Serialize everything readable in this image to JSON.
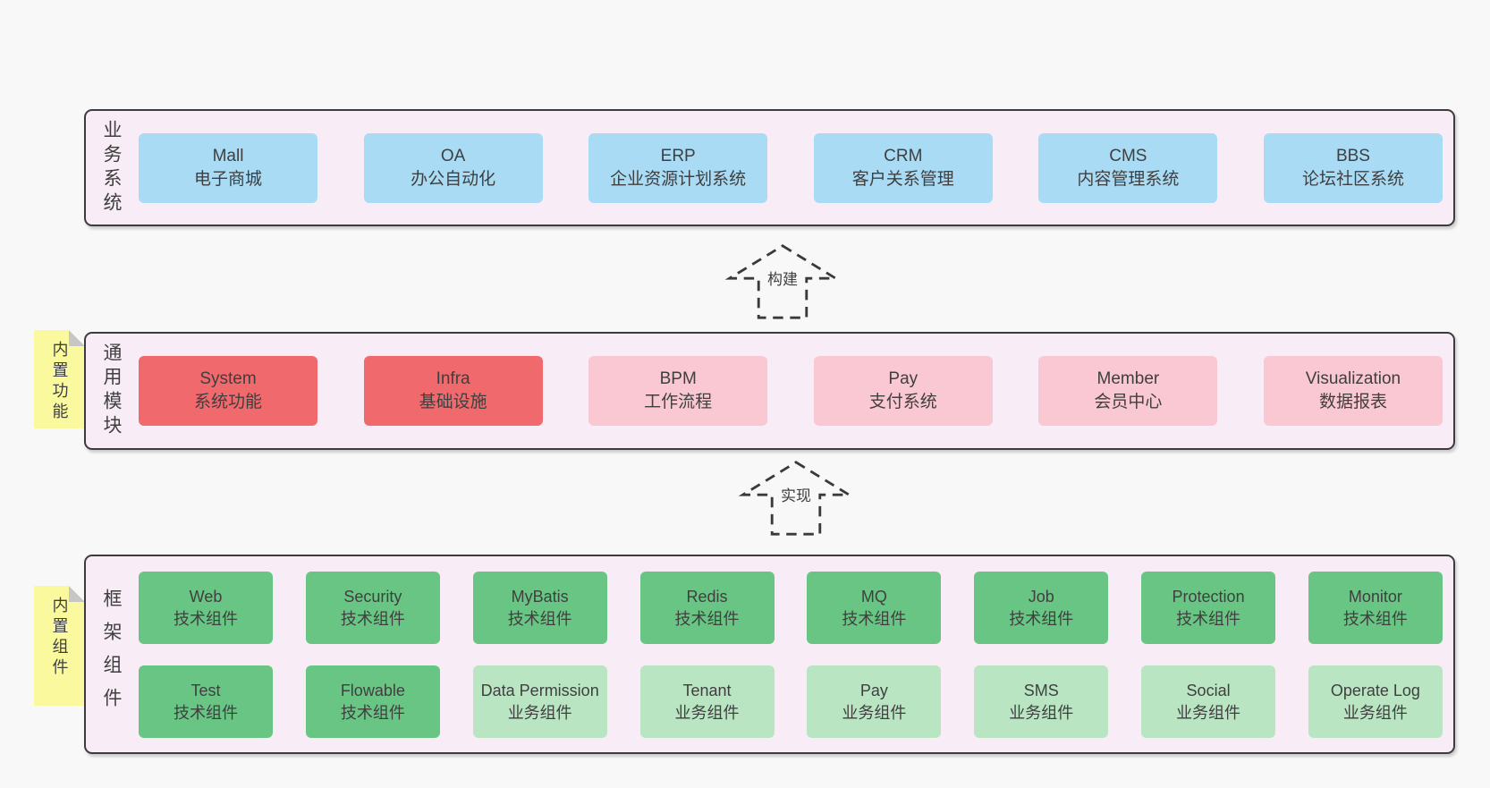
{
  "layers": {
    "business": {
      "label": "业务系统",
      "boxes": [
        {
          "name": "Mall",
          "desc": "电子商城"
        },
        {
          "name": "OA",
          "desc": "办公自动化"
        },
        {
          "name": "ERP",
          "desc": "企业资源计划系统"
        },
        {
          "name": "CRM",
          "desc": "客户关系管理"
        },
        {
          "name": "CMS",
          "desc": "内容管理系统"
        },
        {
          "name": "BBS",
          "desc": "论坛社区系统"
        }
      ]
    },
    "common": {
      "note": "内置功能",
      "label": "通用模块",
      "boxes": [
        {
          "name": "System",
          "desc": "系统功能"
        },
        {
          "name": "Infra",
          "desc": "基础设施"
        },
        {
          "name": "BPM",
          "desc": "工作流程"
        },
        {
          "name": "Pay",
          "desc": "支付系统"
        },
        {
          "name": "Member",
          "desc": "会员中心"
        },
        {
          "name": "Visualization",
          "desc": "数据报表"
        }
      ]
    },
    "framework": {
      "note": "内置组件",
      "label": "框架组件",
      "row1": [
        {
          "name": "Web",
          "desc": "技术组件"
        },
        {
          "name": "Security",
          "desc": "技术组件"
        },
        {
          "name": "MyBatis",
          "desc": "技术组件"
        },
        {
          "name": "Redis",
          "desc": "技术组件"
        },
        {
          "name": "MQ",
          "desc": "技术组件"
        },
        {
          "name": "Job",
          "desc": "技术组件"
        },
        {
          "name": "Protection",
          "desc": "技术组件"
        },
        {
          "name": "Monitor",
          "desc": "技术组件"
        }
      ],
      "row2": [
        {
          "name": "Test",
          "desc": "技术组件"
        },
        {
          "name": "Flowable",
          "desc": "技术组件"
        },
        {
          "name": "Data Permission",
          "desc": "业务组件"
        },
        {
          "name": "Tenant",
          "desc": "业务组件"
        },
        {
          "name": "Pay",
          "desc": "业务组件"
        },
        {
          "name": "SMS",
          "desc": "业务组件"
        },
        {
          "name": "Social",
          "desc": "业务组件"
        },
        {
          "name": "Operate Log",
          "desc": "业务组件"
        }
      ]
    }
  },
  "arrows": {
    "build": "构建",
    "implement": "实现"
  },
  "colors": {
    "page_bg": "#f8f8f8",
    "panel_bg": "#f8edf7",
    "panel_border": "#3c3c3c",
    "blue": "#a9dbf5",
    "red": "#f0696c",
    "pink": "#f9c8d2",
    "green": "#69c583",
    "green_light": "#b9e5c3",
    "sticky_yellow": "#fbf99e",
    "text": "#3f3f3f"
  }
}
